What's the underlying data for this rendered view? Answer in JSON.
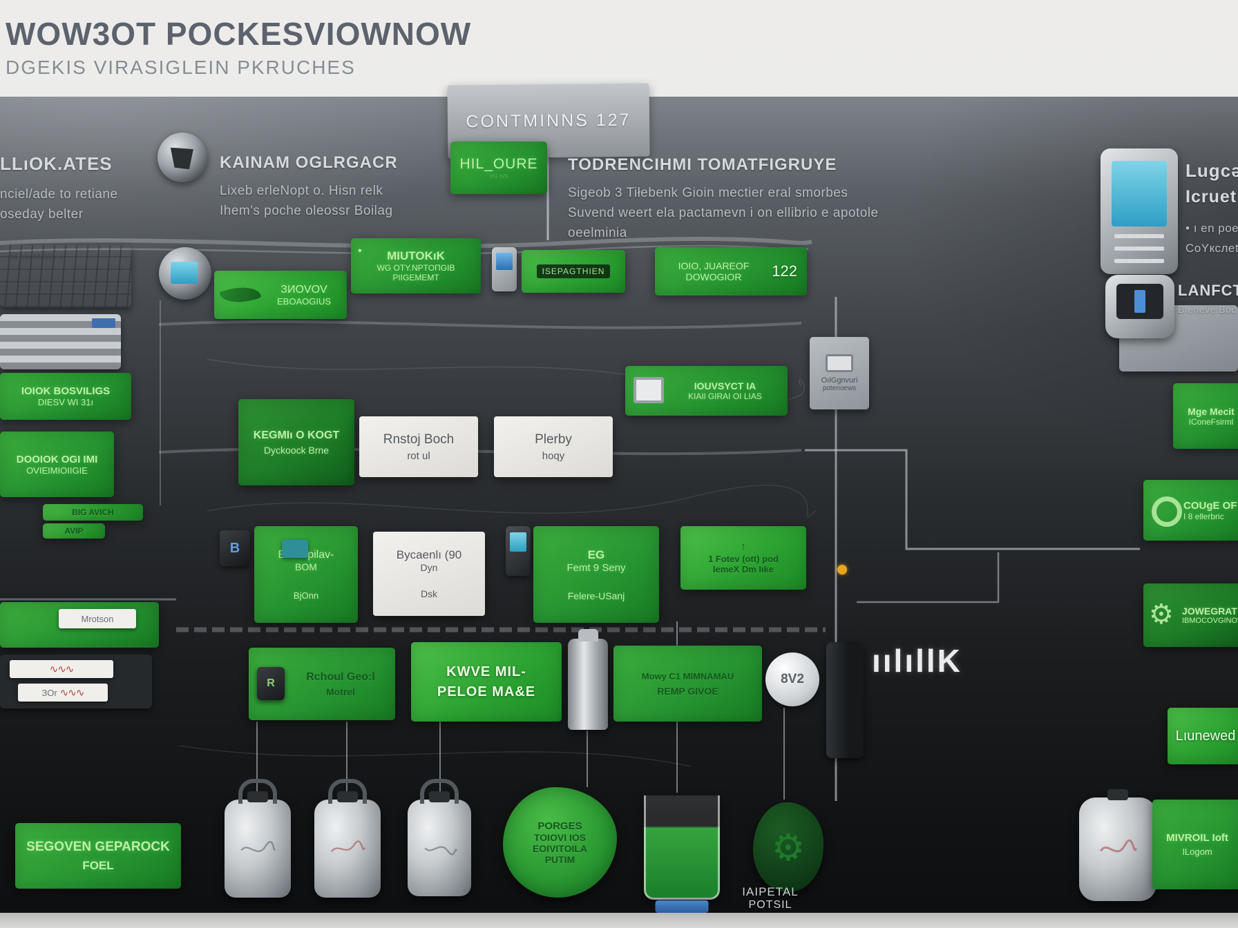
{
  "title": {
    "main": "WOW3OT POCKESVIOWNOW",
    "sub": "DGEKIS VIRASIGLEIN PKRUCHES"
  },
  "top_tab": {
    "label": "CONTMINNS 127"
  },
  "hil": {
    "label": "HIL_OURE",
    "sub": "ını ıvs"
  },
  "sections": {
    "allocates": {
      "title": "LLıOK.ATES",
      "desc1": "nciel/ade to retiane",
      "desc2": "oseday belter"
    },
    "kainam": {
      "title": "KAINAM OGLRGACR",
      "desc1": "Lixeb erleNopt o. Hisn relk",
      "desc2": "Ihem's poche oleossr Boilag"
    },
    "todren": {
      "title": "TODRENCIHMI TOMATFIGRUYE",
      "desc1": "Sigeob 3 Tiłebenk Gioin mectier eral smorbes",
      "desc2": "Suvend weert ela pactamevn i on ellibrio e apotole",
      "desc3": "oeelminia"
    },
    "luscac": {
      "line1": "Lugcəc ı Ic",
      "line2": "Icruet Soc",
      "bullet": "•",
      "bullet1": "ı en poel oc e",
      "bullet2": "CoYкcлetiscw"
    },
    "lanfctitur": {
      "title": "LANFCTITUR",
      "sub": "Bıeneve Boc"
    }
  },
  "row1": {
    "box1": {
      "line1": "ЗИOVOV",
      "line2": "EBOAOGIUS"
    },
    "box2": {
      "dot": "•",
      "line1": "MIUTOKıK",
      "line2": "WG OTY.NPTOПGIB",
      "line3": "PIIGEMEMT"
    },
    "box3": {
      "badge": "ISEPAGTHIEN"
    },
    "box4": {
      "line1": "IOIO, JUAREOF",
      "line2": "DOWOGIOR",
      "value": "122"
    }
  },
  "row2": {
    "box1": {
      "line1": "KEGMIı O KOGT",
      "line2": "Dyckoock Brne"
    },
    "box2": {
      "line1": "Rnstoj Boch",
      "line2": "rot ul"
    },
    "box3": {
      "line1": "Plerby",
      "line2": "hoqy"
    },
    "box4": {
      "line1": "IOUVSYCT IA",
      "line2": "KIAIl GIRAI OI LIAS"
    },
    "box5": {
      "line1": "OılGgnvuri",
      "line2": "potenoews"
    }
  },
  "row3": {
    "box1": {
      "line1": "Boo Fpilav-",
      "line2": "BOM",
      "line3": "BjOnn"
    },
    "box2": {
      "line1": "Bycaenlı (90",
      "line2": "Dyn",
      "line3": "Dsk"
    },
    "box3": {
      "line1": "EG",
      "line2": "Femt 9 Seny",
      "line3": "Felere-USanj"
    },
    "note": {
      "arrow": "↑",
      "line1": "1 Fotev (ott) pod",
      "line2": "lemeX Dm Iıke"
    },
    "chip_glyph": "B"
  },
  "row4": {
    "box1": {
      "icon": "R",
      "line1": "Rchoul Geo:l",
      "line2": "Motrel"
    },
    "box2": {
      "line1": "KWVE MIL-",
      "line2": "PELOE MA&E"
    },
    "box3": {
      "line1": "Mowy C1 MIMNAMAU",
      "line2": "REMP GIVOE"
    },
    "badge": "8V2",
    "bars": "ıılıllK"
  },
  "left": {
    "panel1_text": "ıM bIx MoWy ıl",
    "green1": {
      "line1": "IOIOK BOSVILIGS",
      "line2": "DIESV WI 31ı"
    },
    "green2": {
      "line1": "DOOIOK OGI IMI",
      "line2": "OVIEIMIOIIGIE"
    },
    "tabs": {
      "line1": "BIG AVICH",
      "line2": "AVIP"
    },
    "tab_white": "Mrotson",
    "tab_white2": "ЗОг",
    "scribble": "∿∿∿",
    "bottom": {
      "line1": "SEGOVEN GEPAROCK",
      "line2": "FOEL"
    }
  },
  "right": {
    "mas": {
      "line1": "Mge Mecit",
      "line2": "IConeFsirml"
    },
    "couge": {
      "line1": "COUgE OF",
      "line2": "I 8 ellerbric"
    },
    "jowegrat": {
      "line1": "JOWEGRAT",
      "line2": "IBMOCOVGINOVI"
    },
    "linewed": "Lıunewed",
    "mivroil": {
      "line1": "MIVROIL Ioft",
      "line2": "ILogom"
    },
    "gear": "⚙"
  },
  "bottom": {
    "porges": {
      "line1": "PORGES",
      "line2": "TOIOVI IOS",
      "line3": "EOIVITOILA",
      "line4": "PUTIM"
    },
    "label": {
      "line1": "IAIPETAL",
      "line2": "POTSIL"
    },
    "gear_blob": "⚙"
  },
  "colors": {
    "accent_green": "#2fae3a",
    "board_dark": "#17181a",
    "paper": "#e9e9e7"
  }
}
